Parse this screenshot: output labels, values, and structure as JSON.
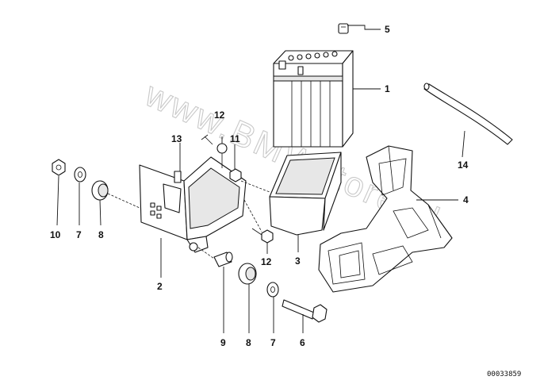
{
  "watermark": "www.BMWstore.pl",
  "reference_number": "00033859",
  "callouts": {
    "c1": "1",
    "c2": "2",
    "c3": "3",
    "c4": "4",
    "c5": "5",
    "c6": "6",
    "c7a": "7",
    "c7b": "7",
    "c8a": "8",
    "c8b": "8",
    "c9": "9",
    "c10": "10",
    "c11": "11",
    "c12a": "12",
    "c12b": "12",
    "c13": "13",
    "c14": "14"
  }
}
